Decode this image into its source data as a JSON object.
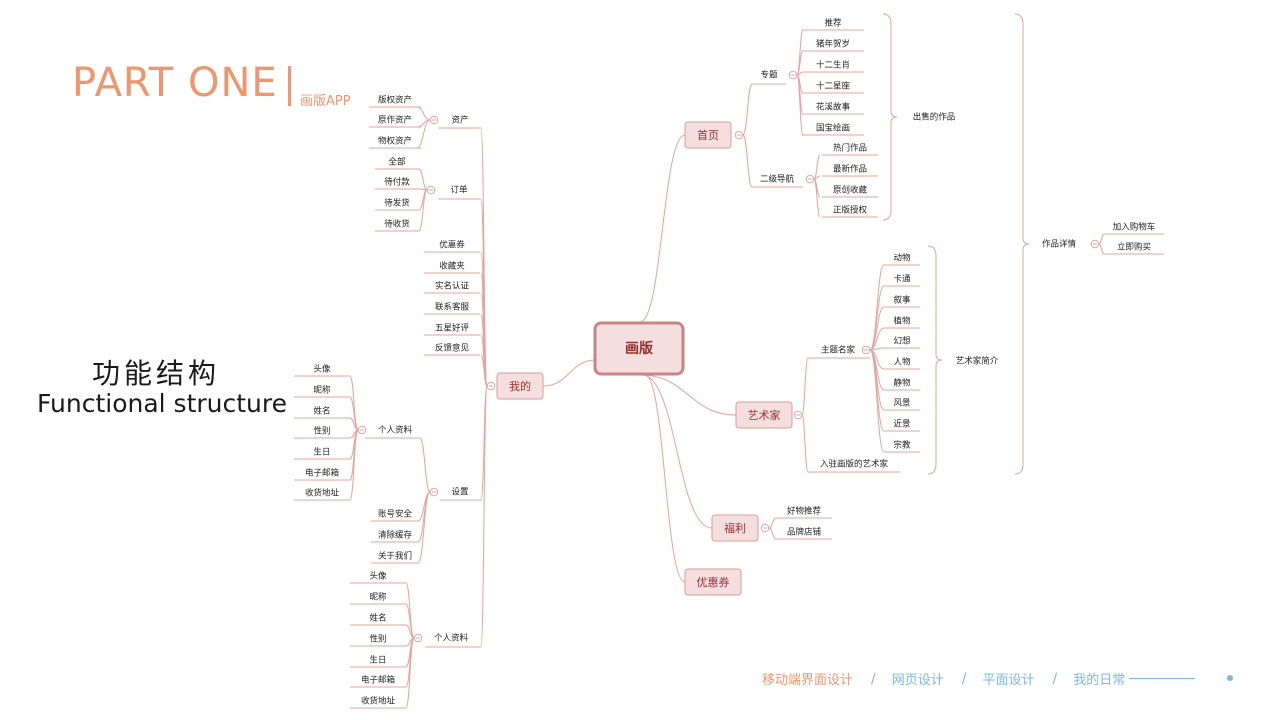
{
  "header": {
    "part_title": "PART ONE",
    "part_subtitle": "画版APP"
  },
  "structure": {
    "title_cn": "功能结构",
    "title_en": "Functional structure"
  },
  "footer_nav": {
    "items": [
      {
        "label": "移动端界面设计",
        "active": true
      },
      {
        "label": "网页设计",
        "active": false
      },
      {
        "label": "平面设计",
        "active": false
      },
      {
        "label": "我的日常",
        "active": false
      }
    ],
    "separator": "/"
  },
  "colors": {
    "accent": "#f0956c",
    "line": "#e3a49c",
    "node_fill": "#f5dede",
    "node_border": "#d99a9a",
    "node_text": "#9a2f2f",
    "nav": "#7ab8e4"
  },
  "mindmap": {
    "root": "画版",
    "branches": {
      "home": "首页",
      "artist": "艺术家",
      "welfare": "福利",
      "coupon": "优惠券",
      "mine": "我的"
    },
    "home": {
      "topic": {
        "label": "专题",
        "items": [
          "推荐",
          "猪年贺岁",
          "十二生肖",
          "十二星座",
          "花溪故事",
          "国宝绘画"
        ]
      },
      "secondary_nav": {
        "label": "二级导航",
        "items": [
          "热门作品",
          "最新作品",
          "原创收藏",
          "正版授权"
        ]
      },
      "sold_works": "出售的作品",
      "work_detail": "作品详情",
      "detail_items": [
        "加入购物车",
        "立即购买"
      ]
    },
    "artist": {
      "theme": {
        "label": "主题名家",
        "items": [
          "动物",
          "卡通",
          "叙事",
          "植物",
          "幻想",
          "人物",
          "静物",
          "风景",
          "近景",
          "宗教"
        ]
      },
      "settled": "入驻画版的艺术家",
      "intro": "艺术家简介"
    },
    "welfare": [
      "好物推荐",
      "品牌店铺"
    ],
    "mine": {
      "assets": {
        "label": "资产",
        "items": [
          "版权资产",
          "原作资产",
          "物权资产"
        ]
      },
      "orders": {
        "label": "订单",
        "items": [
          "全部",
          "待付款",
          "待发货",
          "待收货"
        ]
      },
      "direct": [
        "优惠券",
        "收藏夹",
        "实名认证",
        "联系客服",
        "五星好评",
        "反馈意见"
      ],
      "settings": {
        "label": "设置",
        "profile": {
          "label": "个人资料",
          "items": [
            "头像",
            "昵称",
            "姓名",
            "性别",
            "生日",
            "电子邮箱",
            "收货地址"
          ]
        },
        "items": [
          "账号安全",
          "清除缓存",
          "关于我们"
        ]
      },
      "profile": {
        "label": "个人资料",
        "items": [
          "头像",
          "昵称",
          "姓名",
          "性别",
          "生日",
          "电子邮箱",
          "收货地址"
        ]
      }
    }
  }
}
